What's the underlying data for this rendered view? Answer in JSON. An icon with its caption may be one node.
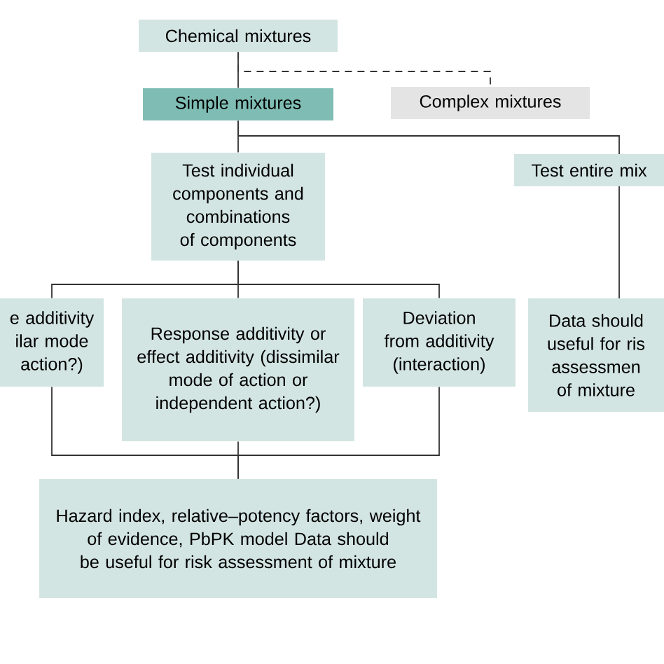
{
  "diagram": {
    "nodes": [
      {
        "text": [
          "Chemical mixtures"
        ]
      },
      {
        "text": [
          "Simple mixtures"
        ]
      },
      {
        "text": [
          "Complex mixtures"
        ]
      },
      {
        "text": [
          "Test individual components and combinations of components"
        ]
      },
      {
        "text": [
          "Test entire mix"
        ]
      },
      {
        "text": [
          "e additivity ilar mode action?)"
        ]
      },
      {
        "text": [
          "Response additivity or effect additivity (dissimilar mode of action or independent action?)"
        ]
      },
      {
        "text": [
          "Deviation from additivity (interaction)"
        ]
      },
      {
        "text": [
          "Data should useful for ris assessmen of mixture"
        ]
      },
      {
        "text": [
          "Hazard index, relative–potency factors, weight of evidence, PbPK model Data should be useful for risk assessment of mixture"
        ]
      }
    ],
    "edges": [
      {
        "from": 0,
        "to": 1,
        "arrow": "none"
      },
      {
        "from": 0,
        "to": 2,
        "arrow": "none",
        "style": "dashed"
      },
      {
        "from": 1,
        "to": 3,
        "arrow": "none"
      },
      {
        "from": 1,
        "to": 4,
        "arrow": "none"
      },
      {
        "from": 3,
        "to": 5,
        "arrow": "none"
      },
      {
        "from": 3,
        "to": 6,
        "arrow": "none"
      },
      {
        "from": 3,
        "to": 7,
        "arrow": "none"
      },
      {
        "from": 4,
        "to": 8,
        "arrow": "none"
      },
      {
        "from": 5,
        "to": 9,
        "arrow": "none"
      },
      {
        "from": 6,
        "to": 9,
        "arrow": "none"
      },
      {
        "from": 7,
        "to": 9,
        "arrow": "none"
      }
    ]
  }
}
